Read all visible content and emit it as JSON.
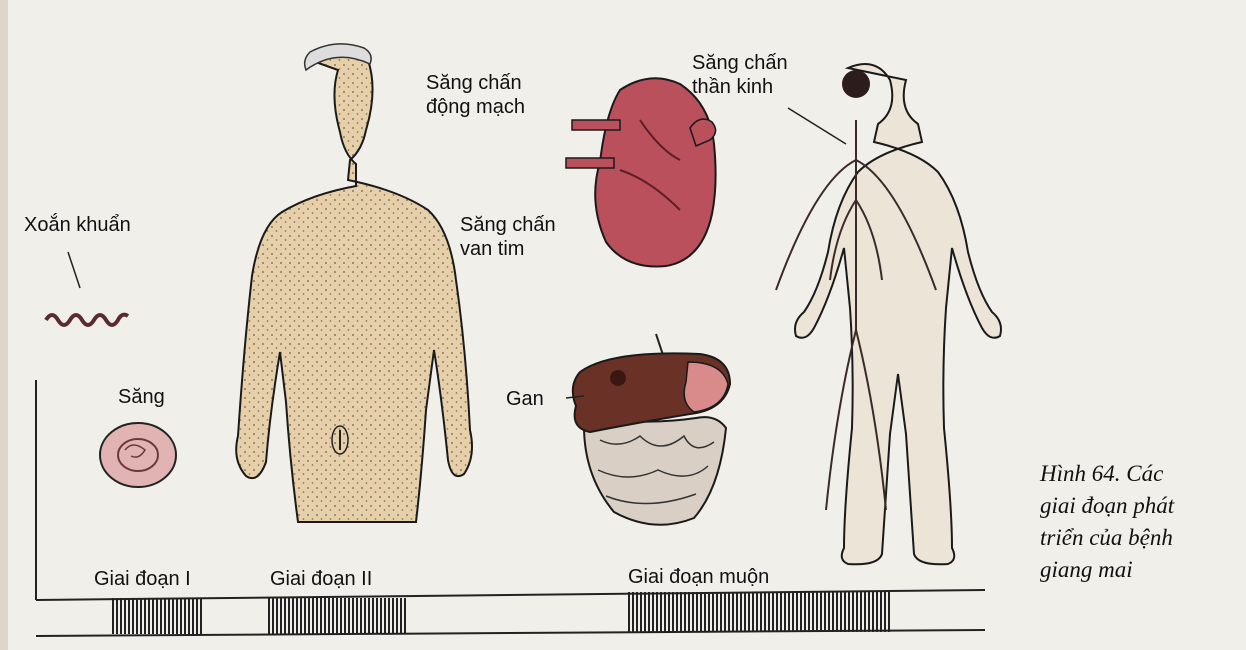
{
  "figure": {
    "caption_lines": [
      "Hình 64. Các",
      "giai đoạn phát",
      "triển của bệnh",
      "giang mai"
    ]
  },
  "labels": {
    "spirochete": "Xoắn khuẩn",
    "chancre": "Săng",
    "arterial": [
      "Săng chấn",
      "động mạch"
    ],
    "valve": [
      "Săng chấn",
      "van tim"
    ],
    "nervous": [
      "Săng chấn",
      "thần kinh"
    ],
    "liver": "Gan"
  },
  "timeline": {
    "stages": [
      "Giai đoạn I",
      "Giai đoạn II",
      "Giai đoạn muộn"
    ]
  },
  "colors": {
    "paper": "#f1efe9",
    "skin": "#e7d0a9",
    "heart": "#b9505c",
    "liver": "#6a3127",
    "gut": "#d9cfc5",
    "chancre": "#e2b3b3"
  }
}
